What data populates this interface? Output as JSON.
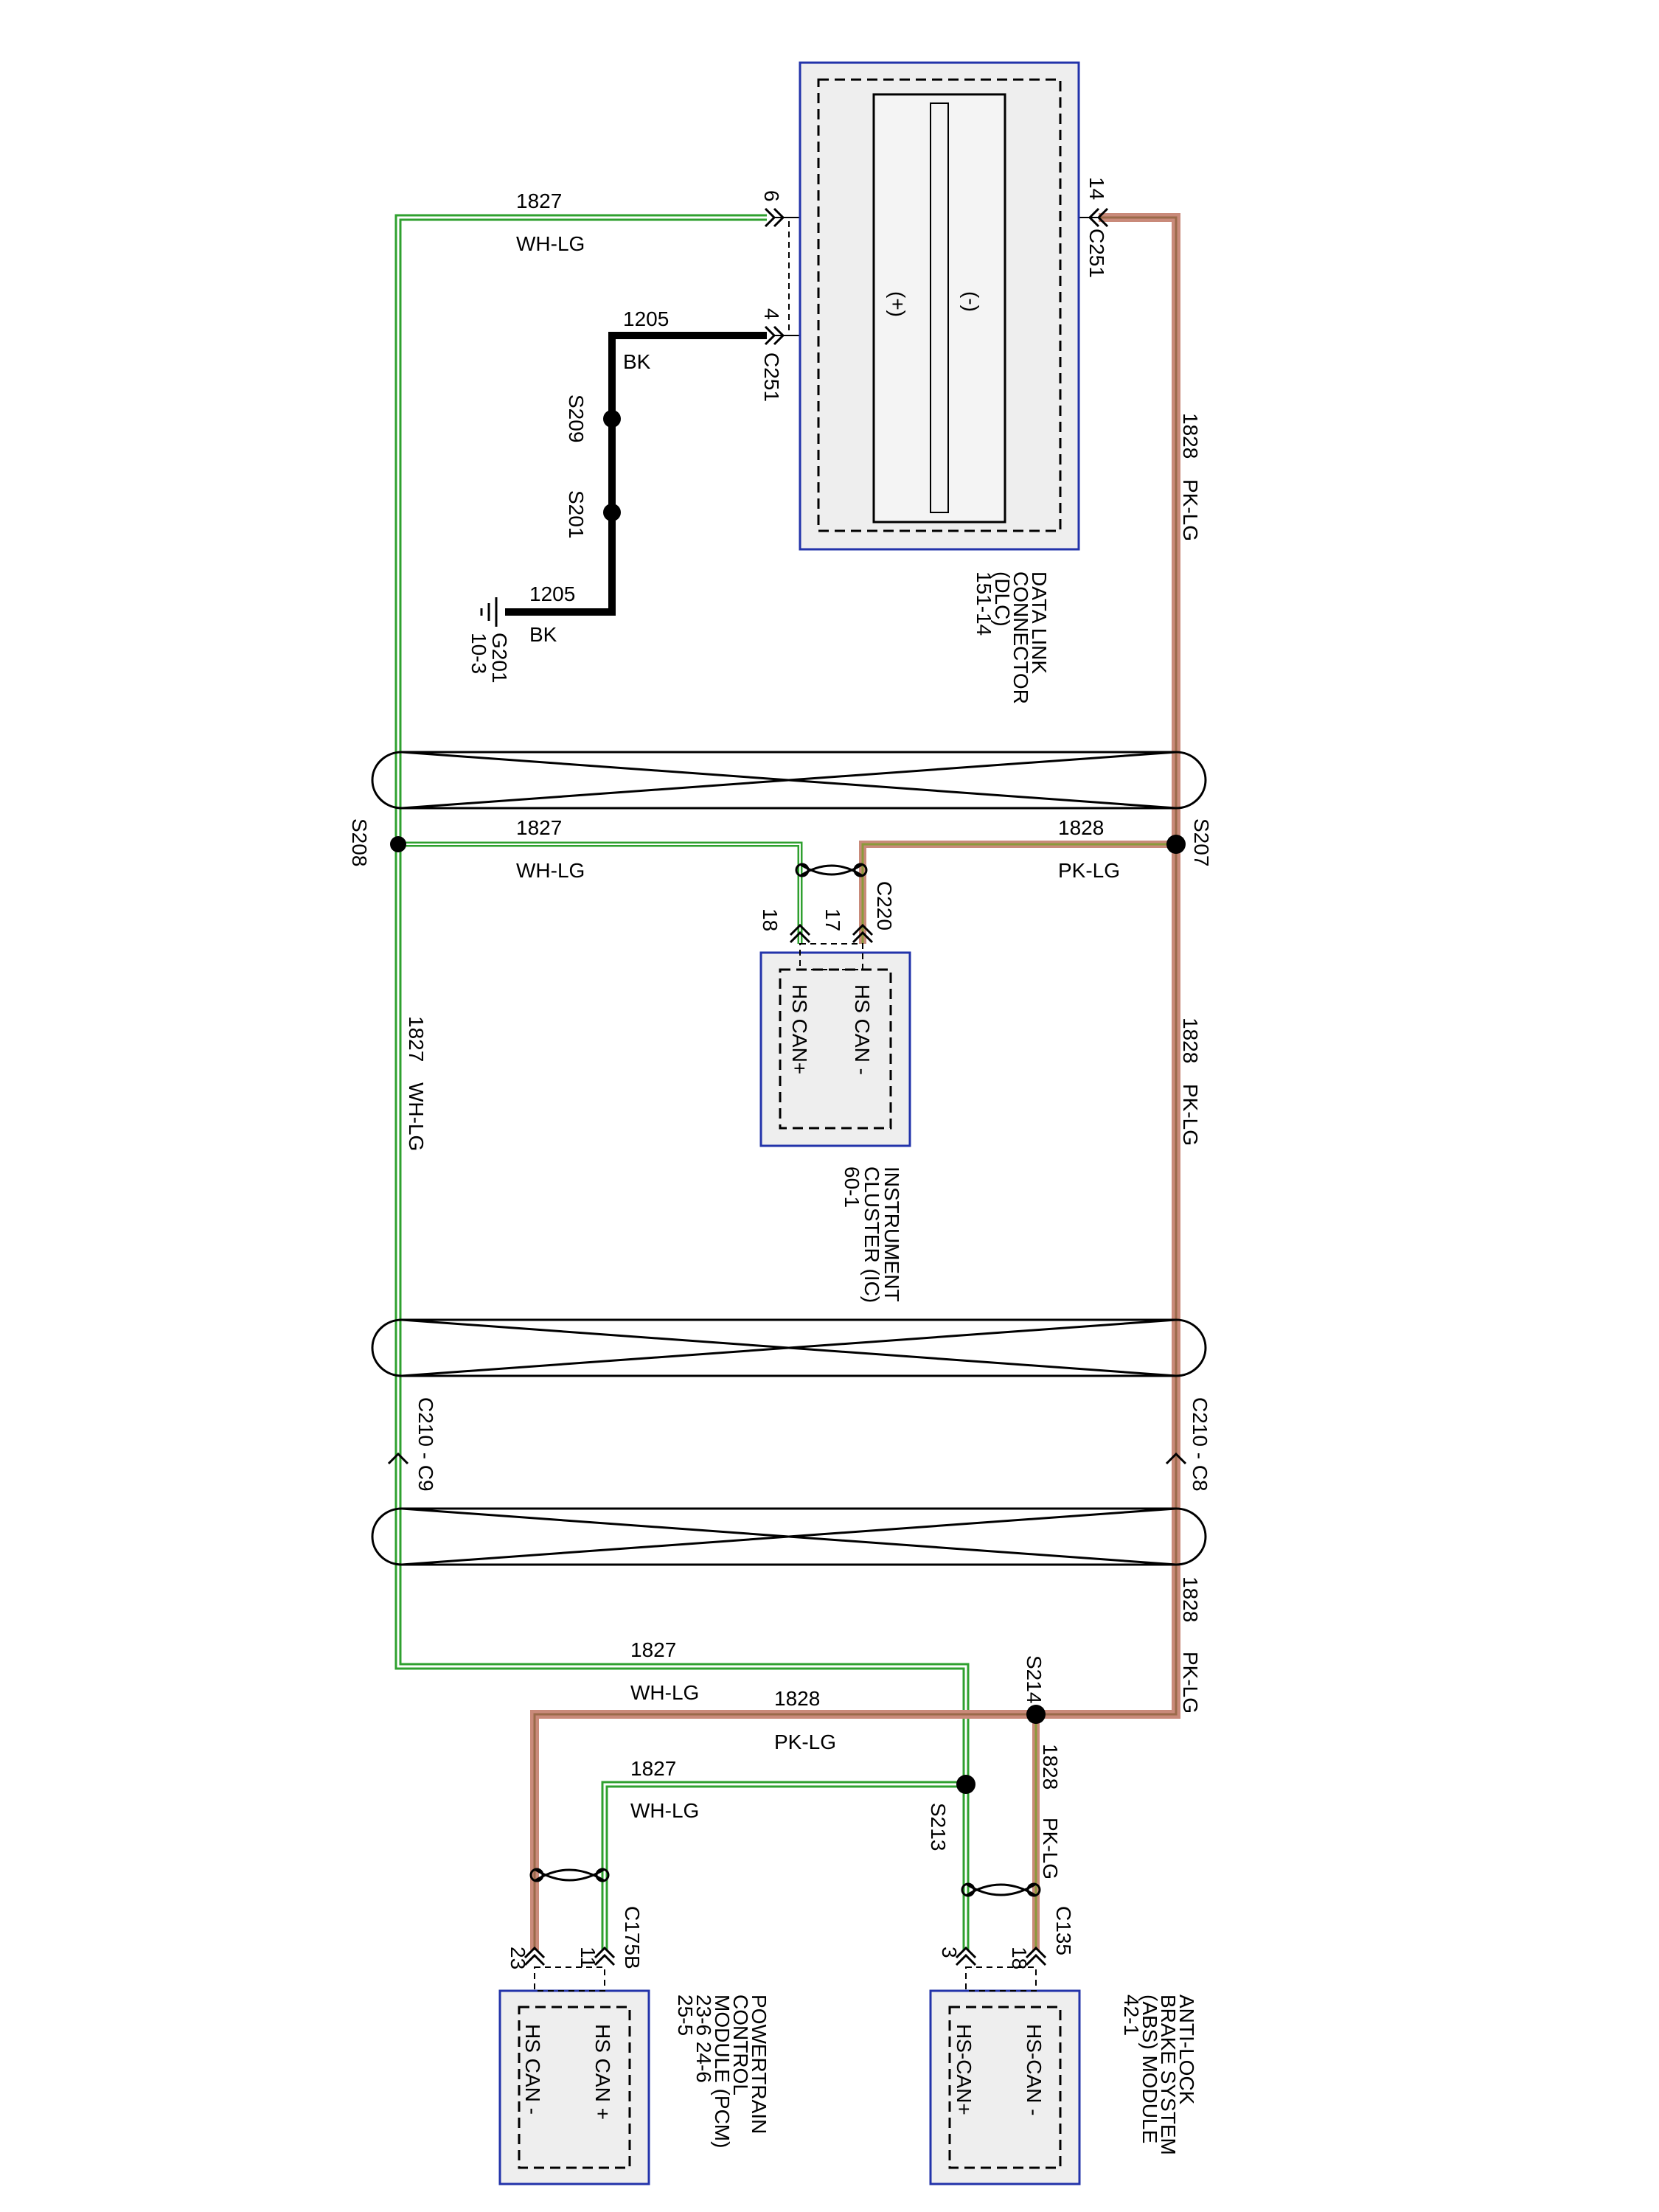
{
  "modules": {
    "dlc": {
      "name_lines": [
        "DATA LINK",
        "CONNECTOR",
        "(DLC)",
        "151-14"
      ],
      "plus": "(+)",
      "minus": "(-)",
      "pin_left": "6",
      "pin_gnd": "4",
      "pin_right": "14",
      "conn_gnd": "C251",
      "conn_right": "C251"
    },
    "ic": {
      "name_lines": [
        "INSTRUMENT",
        "CLUSTER (IC)",
        "60-1"
      ],
      "pin_a": "HS CAN -",
      "pin_b": "HS CAN+",
      "pin_num_a": "17",
      "pin_num_b": "18",
      "conn": "C220"
    },
    "pcm": {
      "name_lines": [
        "POWERTRAIN",
        "CONTROL",
        "MODULE (PCM)",
        "23-6          24-6",
        "25-5"
      ],
      "pin_a": "HS CAN +",
      "pin_b": "HS CAN -",
      "pin_num_a": "11",
      "pin_num_b": "23",
      "conn": "C175B"
    },
    "abs": {
      "name_lines": [
        "ANTI-LOCK",
        "BRAKE SYSTEM",
        "(ABS) MODULE",
        "42-1"
      ],
      "pin_a": "HS-CAN -",
      "pin_b": "HS-CAN+",
      "pin_num_a": "18",
      "pin_num_b": "3",
      "conn": "C135"
    }
  },
  "circuits": {
    "c1827": "1827",
    "wh_lg": "WH-LG",
    "c1828": "1828",
    "pk_lg": "PK-LG",
    "c1205": "1205",
    "bk": "BK"
  },
  "splices": {
    "s208": "S208",
    "s207": "S207",
    "s209": "S209",
    "s201": "S201",
    "s213": "S213",
    "s214": "S214"
  },
  "ground": {
    "name": "G201",
    "ref": "10-3"
  },
  "inline_connectors": {
    "left": "C210 - C9",
    "right": "C210 - C8"
  },
  "colors": {
    "wire_white_green": "#2fa02f",
    "wire_pink_green": "#b97a56",
    "wire_black": "#000000",
    "module_border": "#2233aa",
    "module_fill": "#eeeeee"
  }
}
